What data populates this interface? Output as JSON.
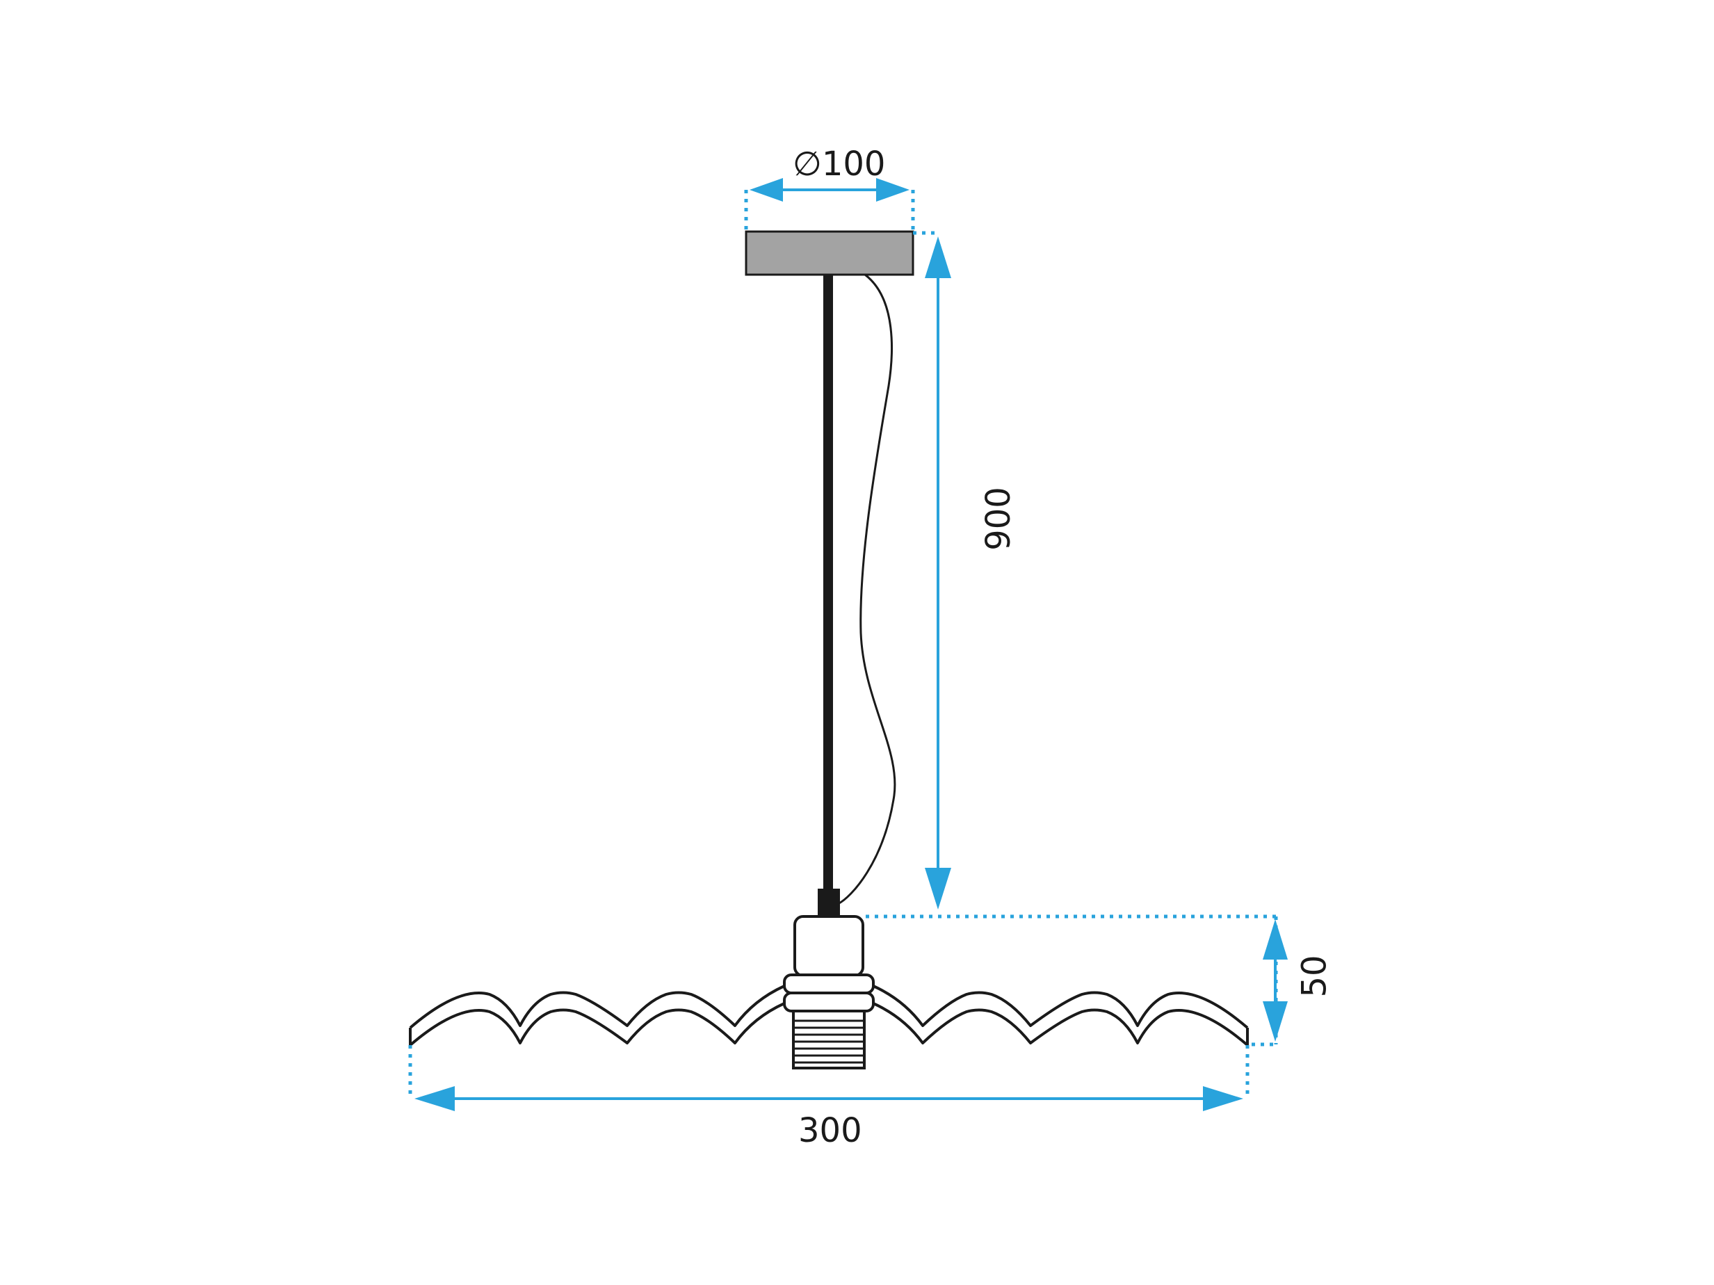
{
  "dimensions": {
    "canopy_diameter": "∅100",
    "cable_length": "900",
    "shade_height": "50",
    "shade_width": "300"
  },
  "colors": {
    "dimension_arrow": "#29a3dc",
    "canopy_fill": "#a3a3a3",
    "outline": "#1a1a1a",
    "background": "#ffffff"
  }
}
